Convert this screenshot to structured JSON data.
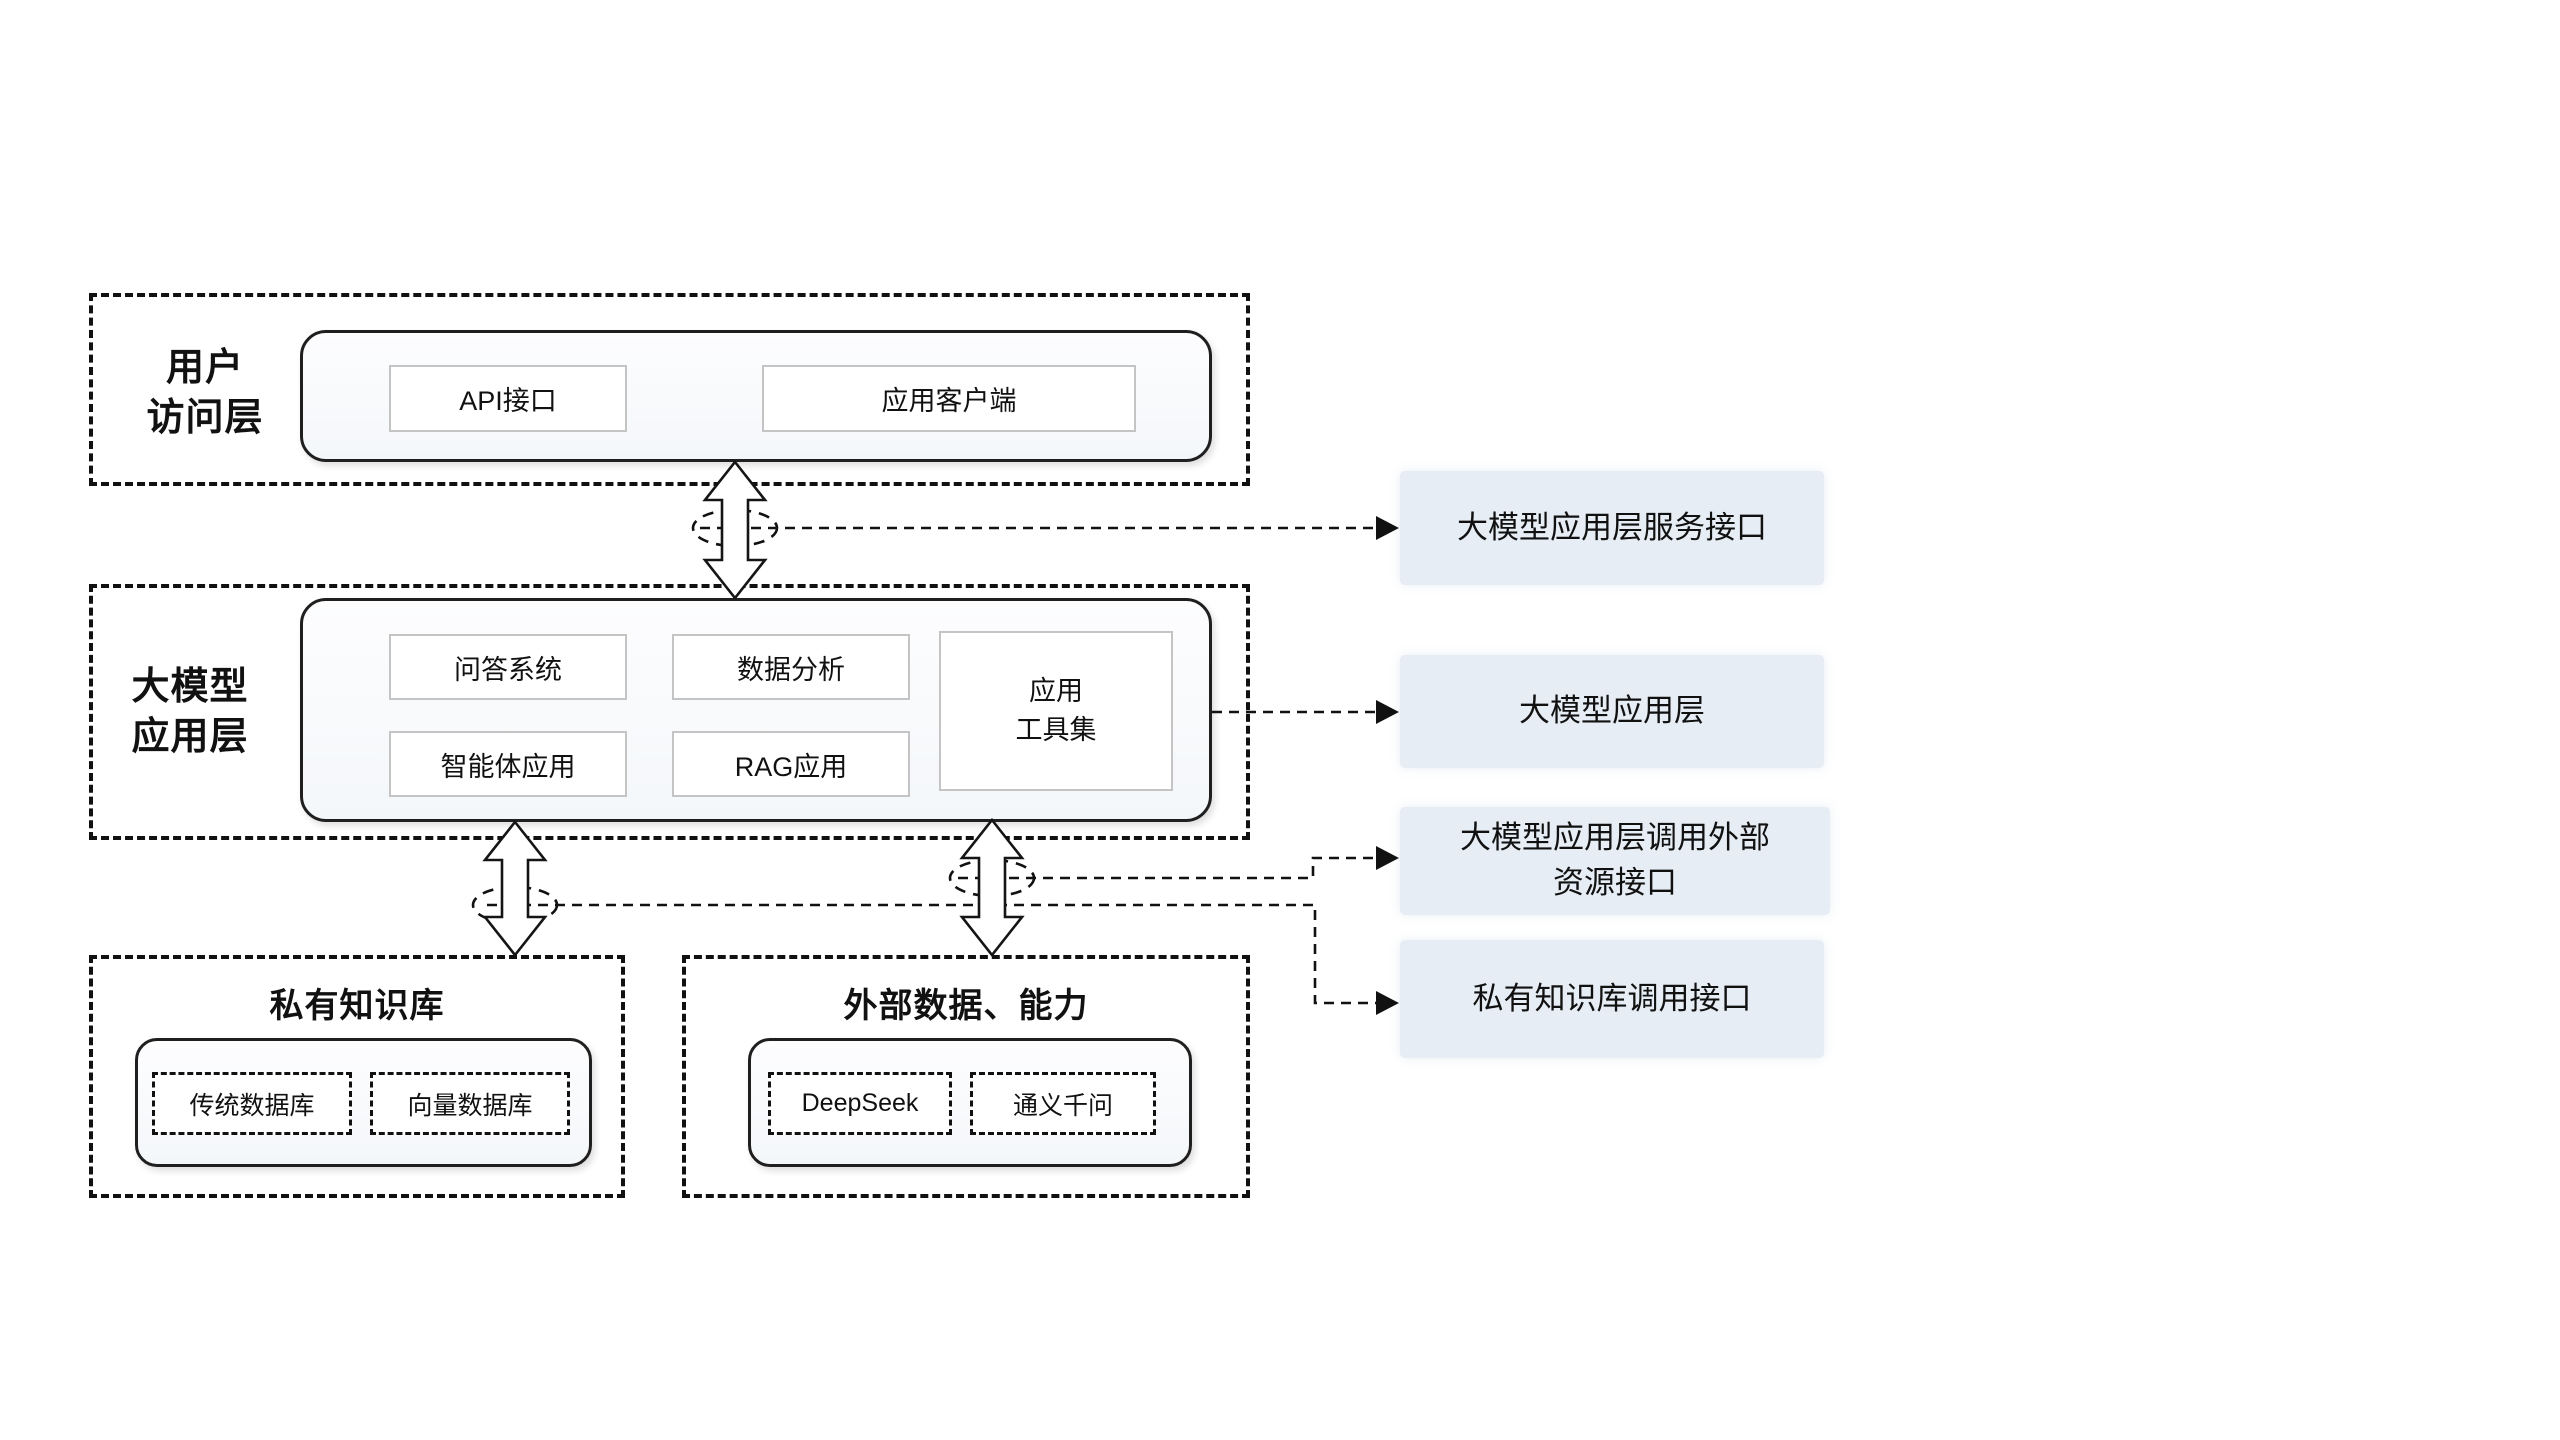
{
  "diagram": {
    "user_access_layer": {
      "label_lines": [
        "用户",
        "访问层"
      ],
      "api_box": "API接口",
      "client_box": "应用客户端"
    },
    "llm_app_layer": {
      "label_lines": [
        "大模型",
        "应用层"
      ],
      "qa_box": "问答系统",
      "data_analysis_box": "数据分析",
      "agent_box": "智能体应用",
      "rag_box": "RAG应用",
      "toolset_lines": [
        "应用",
        "工具集"
      ]
    },
    "private_knowledge_base": {
      "title": "私有知识库",
      "traditional_db_box": "传统数据库",
      "vector_db_box": "向量数据库"
    },
    "external_data": {
      "title": "外部数据、能力",
      "deepseek_box": "DeepSeek",
      "qwen_box": "通义千问"
    },
    "interface_labels": {
      "service_interface": "大模型应用层服务接口",
      "app_layer": "大模型应用层",
      "external_resource_lines": [
        "大模型应用层调用外部",
        "资源接口"
      ],
      "private_kb_interface": "私有知识库调用接口"
    },
    "colors": {
      "label_bg": "#e6edf4",
      "line": "#111111",
      "panel_border": "#1f1f1f",
      "gray_box_border": "#c4c4c4"
    }
  }
}
